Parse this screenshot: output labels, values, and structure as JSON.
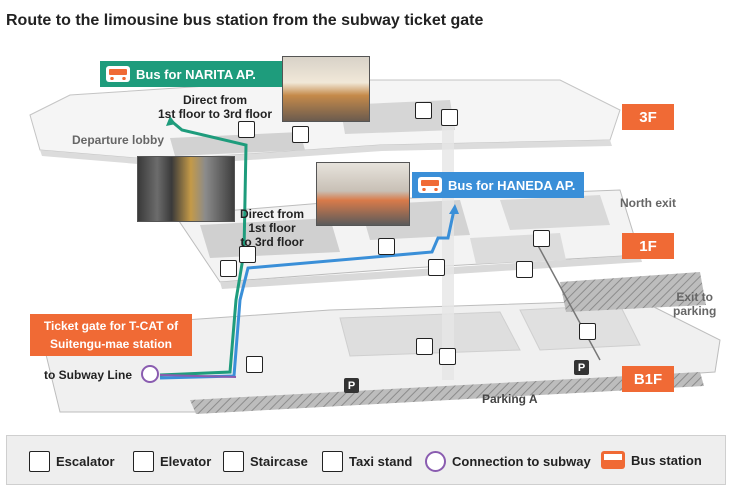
{
  "title": "Route to the limousine bus station from the subway ticket gate",
  "floors": {
    "f3": "3F",
    "f1": "1F",
    "b1": "B1F"
  },
  "bus_narita": "Bus for NARITA AP.",
  "bus_haneda": "Bus for HANEDA AP.",
  "labels": {
    "departure_lobby": "Departure lobby",
    "direct_top_l1": "Direct from",
    "direct_top_l2": "1st floor to 3rd floor",
    "direct_mid_l1": "Direct from",
    "direct_mid_l2": "1st floor",
    "direct_mid_l3": "to 3rd floor",
    "north_exit": "North exit",
    "exit_parking_l1": "Exit to",
    "exit_parking_l2": "parking",
    "to_subway": "to Subway Line",
    "parking_a": "Parking A",
    "parking_p": "P"
  },
  "gate": {
    "line1": "Ticket gate for T-CAT of",
    "line2": "Suitengu-mae station"
  },
  "legend": {
    "escalator": "Escalator",
    "elevator": "Elevator",
    "staircase": "Staircase",
    "taxi": "Taxi stand",
    "subway": "Connection to subway",
    "bus": "Bus station"
  },
  "colors": {
    "accent": "#f06a35",
    "narita": "#1e9c7c",
    "haneda": "#3a8fd8",
    "subway": "#8a5cb0"
  }
}
